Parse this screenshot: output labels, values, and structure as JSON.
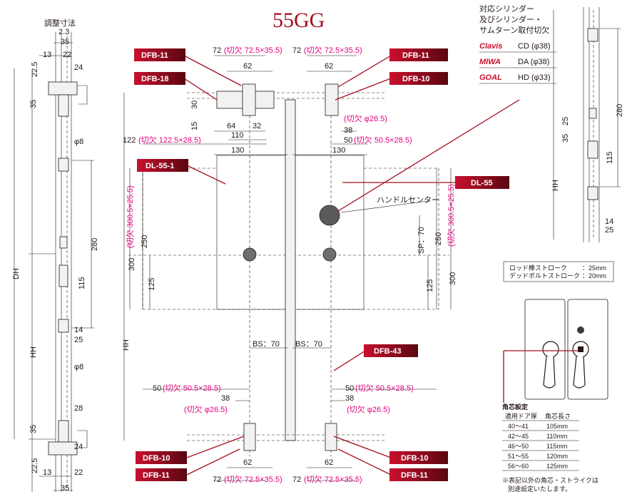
{
  "title": "55GG",
  "left_column": {
    "heading": "調整寸法",
    "dims": [
      "2.3",
      "35",
      "13",
      "22",
      "22.5",
      "24",
      "35",
      "φ8",
      "280",
      "DH",
      "115",
      "HH",
      "14",
      "25",
      "φ8",
      "28",
      "35",
      "24",
      "22.5",
      "13",
      "22",
      "35"
    ]
  },
  "labels": {
    "dfb11": "DFB-11",
    "dfb18": "DFB-18",
    "dfb10": "DFB-10",
    "dl551": "DL-55-1",
    "dl55": "DL-55",
    "dfb43": "DFB-43",
    "handle_center": "ハンドルセンター"
  },
  "center_dims": {
    "top_left_72": "72",
    "top_left_72_cut": "(切欠 72.5×35.5)",
    "top_right_72": "72",
    "top_right_72_cut": "(切欠 72.5×35.5)",
    "d62a": "62",
    "d62b": "62",
    "d30": "30",
    "d15": "15",
    "d64": "64",
    "d32": "32",
    "d110": "110",
    "d122": "122",
    "d122_cut": "(切欠 122.5×28.5)",
    "d130a": "130",
    "d130b": "130",
    "phi26_top": "(切欠 φ26.5)",
    "d38_top": "38",
    "d50_top": "50",
    "d50_top_cut": "(切欠 50.5×28.5)",
    "d300_left": "300",
    "d300_left_cut": "(切欠 300.5×25.5)",
    "d250_left": "250",
    "d125_left": "125",
    "sp70": "SP：70",
    "d250_right": "250",
    "d300_right": "300",
    "d300_right_cut": "(切欠 300.5×25.5)",
    "d125_right": "125",
    "hh_center": "HH",
    "bs70a": "BS：70",
    "bs70b": "BS：70",
    "d50_bl": "50",
    "d50_bl_cut": "(切欠 50.5×28.5)",
    "d38_bl": "38",
    "phi26_bl": "(切欠 φ26.5)",
    "d50_br": "50",
    "d50_br_cut": "(切欠 50.5×28.5)",
    "d38_br": "38",
    "phi26_br": "(切欠 φ26.5)",
    "d62c": "62",
    "d62d": "62",
    "bot_left_72": "72",
    "bot_left_72_cut": "(切欠 72.5×35.5)",
    "bot_right_72": "72",
    "bot_right_72_cut": "(切欠 72.5×35.5)"
  },
  "cylinder_box": {
    "heading": [
      "対応シリンダー",
      "及びシリンダー・",
      "サムターン取付切欠"
    ],
    "rows": [
      {
        "brand": "Clavis",
        "spec": "CD (φ38)"
      },
      {
        "brand": "MIWA",
        "spec": "DA (φ38)"
      },
      {
        "brand": "GOAL",
        "spec": "HD (φ33)"
      }
    ]
  },
  "right_column": {
    "dims": [
      "280",
      "25",
      "35",
      "115",
      "HH",
      "14",
      "25"
    ]
  },
  "stroke_box": {
    "rows": [
      {
        "label": "ロッド棒ストローク",
        "value": "：25mm"
      },
      {
        "label": "デッドボルトストローク",
        "value": "：20mm"
      }
    ]
  },
  "angle_table": {
    "heading": "角芯設定",
    "col1": "適用ドア厚",
    "col2": "角芯長さ",
    "rows": [
      {
        "door": "40〜41",
        "len": "105mm"
      },
      {
        "door": "42〜45",
        "len": "110mm"
      },
      {
        "door": "46〜50",
        "len": "115mm"
      },
      {
        "door": "51〜55",
        "len": "120mm"
      },
      {
        "door": "56〜60",
        "len": "125mm"
      }
    ],
    "notes": [
      "※表記以外の角芯・ストライクは",
      "別途設定いたします。"
    ]
  },
  "colors": {
    "accent": "#a40d1e",
    "pink": "#e4007f",
    "ink": "#231815"
  }
}
